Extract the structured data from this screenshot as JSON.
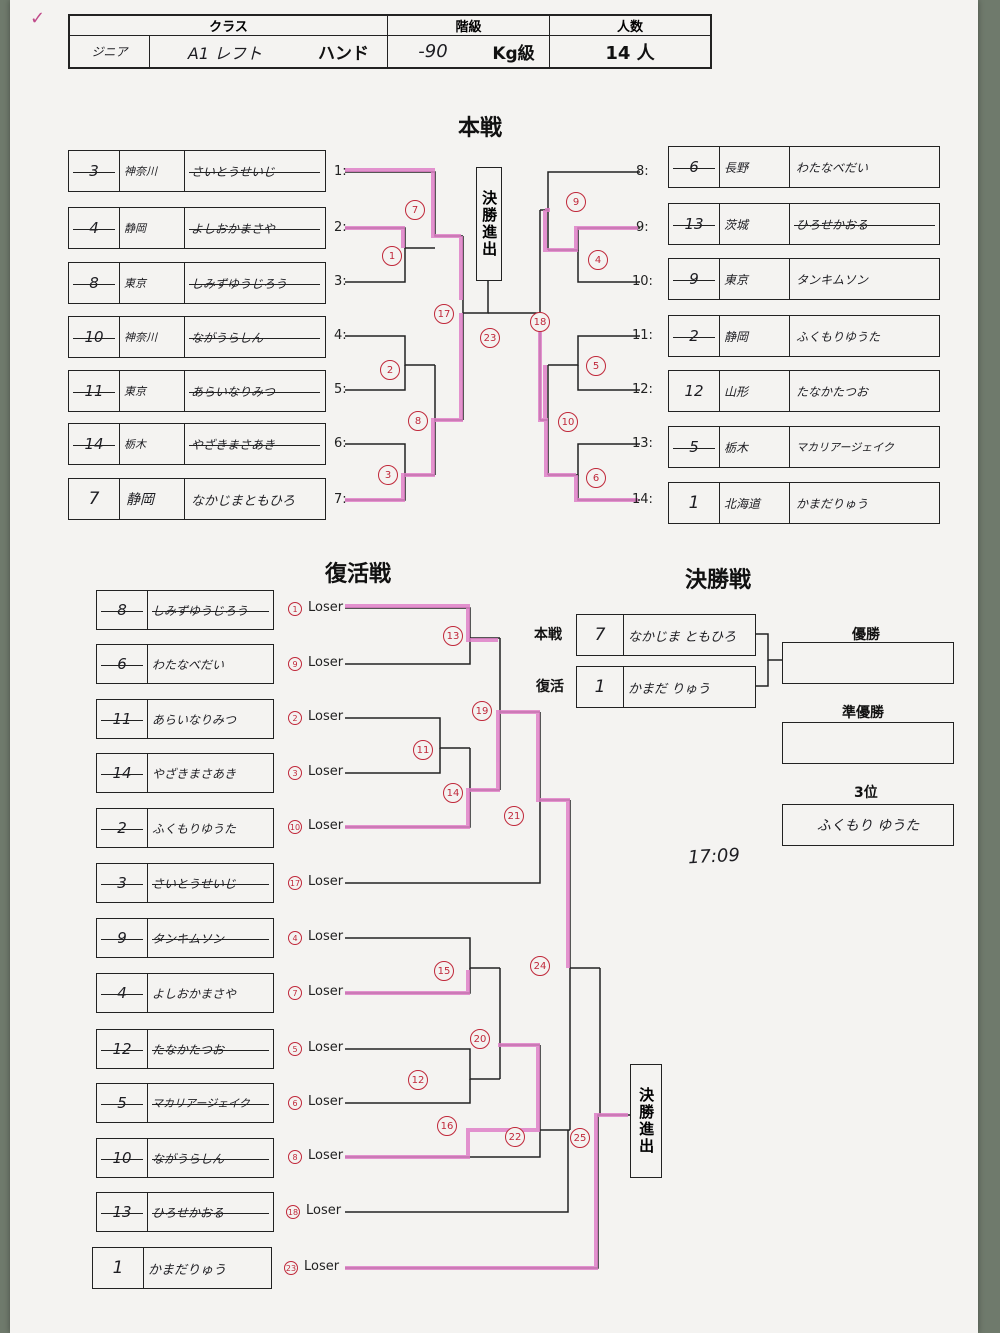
{
  "header": {
    "class_label": "クラス",
    "class_value_a": "ジニア",
    "class_value_b": "A1 レフト",
    "class_value_c": "ハンド",
    "weight_label": "階級",
    "weight_value": "-90",
    "weight_unit": "Kg級",
    "count_label": "人数",
    "count_value": "14 人"
  },
  "sections": {
    "main": "本戦",
    "repechage": "復活戦",
    "final": "決勝戦",
    "advance": "決勝進出"
  },
  "main_left": [
    {
      "pos": "1:",
      "seed": "3",
      "pref": "神奈川",
      "name": "さいとうせいじ"
    },
    {
      "pos": "2:",
      "seed": "4",
      "pref": "静岡",
      "name": "よしおかまさや"
    },
    {
      "pos": "3:",
      "seed": "8",
      "pref": "東京",
      "name": "しみずゆうじろう"
    },
    {
      "pos": "4:",
      "seed": "10",
      "pref": "神奈川",
      "name": "ながうらしん"
    },
    {
      "pos": "5:",
      "seed": "11",
      "pref": "東京",
      "name": "あらいなりみつ"
    },
    {
      "pos": "6:",
      "seed": "14",
      "pref": "栃木",
      "name": "やざきまさあき"
    },
    {
      "pos": "7:",
      "seed": "7",
      "pref": "静岡",
      "name": "なかじまともひろ"
    }
  ],
  "main_right": [
    {
      "pos": "8:",
      "seed": "6",
      "pref": "長野",
      "name": "わたなべだい"
    },
    {
      "pos": "9:",
      "seed": "13",
      "pref": "茨城",
      "name": "ひろせかおる"
    },
    {
      "pos": "10:",
      "seed": "9",
      "pref": "東京",
      "name": "タンキムソン"
    },
    {
      "pos": "11:",
      "seed": "2",
      "pref": "静岡",
      "name": "ふくもりゆうた"
    },
    {
      "pos": "12:",
      "seed": "12",
      "pref": "山形",
      "name": "たなかたつお"
    },
    {
      "pos": "13:",
      "seed": "5",
      "pref": "栃木",
      "name": "マカリアージェイク"
    },
    {
      "pos": "14:",
      "seed": "1",
      "pref": "北海道",
      "name": "かまだりゅう"
    }
  ],
  "main_matches": [
    "7",
    "1",
    "17",
    "2",
    "8",
    "3",
    "23",
    "18",
    "9",
    "4",
    "5",
    "10",
    "6"
  ],
  "repechage": [
    {
      "seed": "8",
      "name": "しみずゆうじろう",
      "from": "1",
      "loser": "Loser"
    },
    {
      "seed": "6",
      "name": "わたなべだい",
      "from": "9",
      "loser": "Loser"
    },
    {
      "seed": "11",
      "name": "あらいなりみつ",
      "from": "2",
      "loser": "Loser"
    },
    {
      "seed": "14",
      "name": "やざきまさあき",
      "from": "3",
      "loser": "Loser"
    },
    {
      "seed": "2",
      "name": "ふくもりゆうた",
      "from": "10",
      "loser": "Loser"
    },
    {
      "seed": "3",
      "name": "さいとうせいじ",
      "from": "17",
      "loser": "Loser"
    },
    {
      "seed": "9",
      "name": "タンキムソン",
      "from": "4",
      "loser": "Loser"
    },
    {
      "seed": "4",
      "name": "よしおかまさや",
      "from": "7",
      "loser": "Loser"
    },
    {
      "seed": "12",
      "name": "たなかたつお",
      "from": "5",
      "loser": "Loser"
    },
    {
      "seed": "5",
      "name": "マカリアージェイク",
      "from": "6",
      "loser": "Loser"
    },
    {
      "seed": "10",
      "name": "ながうらしん",
      "from": "8",
      "loser": "Loser"
    },
    {
      "seed": "13",
      "name": "ひろせかおる",
      "from": "18",
      "loser": "Loser"
    },
    {
      "seed": "1",
      "name": "かまだりゅう",
      "from": "23",
      "loser": "Loser"
    }
  ],
  "rep_matches": [
    "13",
    "19",
    "11",
    "14",
    "21",
    "24",
    "15",
    "20",
    "12",
    "16",
    "22",
    "25"
  ],
  "final": {
    "main_label": "本戦",
    "main_seed": "7",
    "main_name": "なかじま ともひろ",
    "rep_label": "復活",
    "rep_seed": "1",
    "rep_name": "かまだ りゅう",
    "winner_label": "優勝",
    "runner_label": "準優勝",
    "third_label": "3位",
    "third_name": "ふくもり ゆうた"
  },
  "note": "17:09"
}
